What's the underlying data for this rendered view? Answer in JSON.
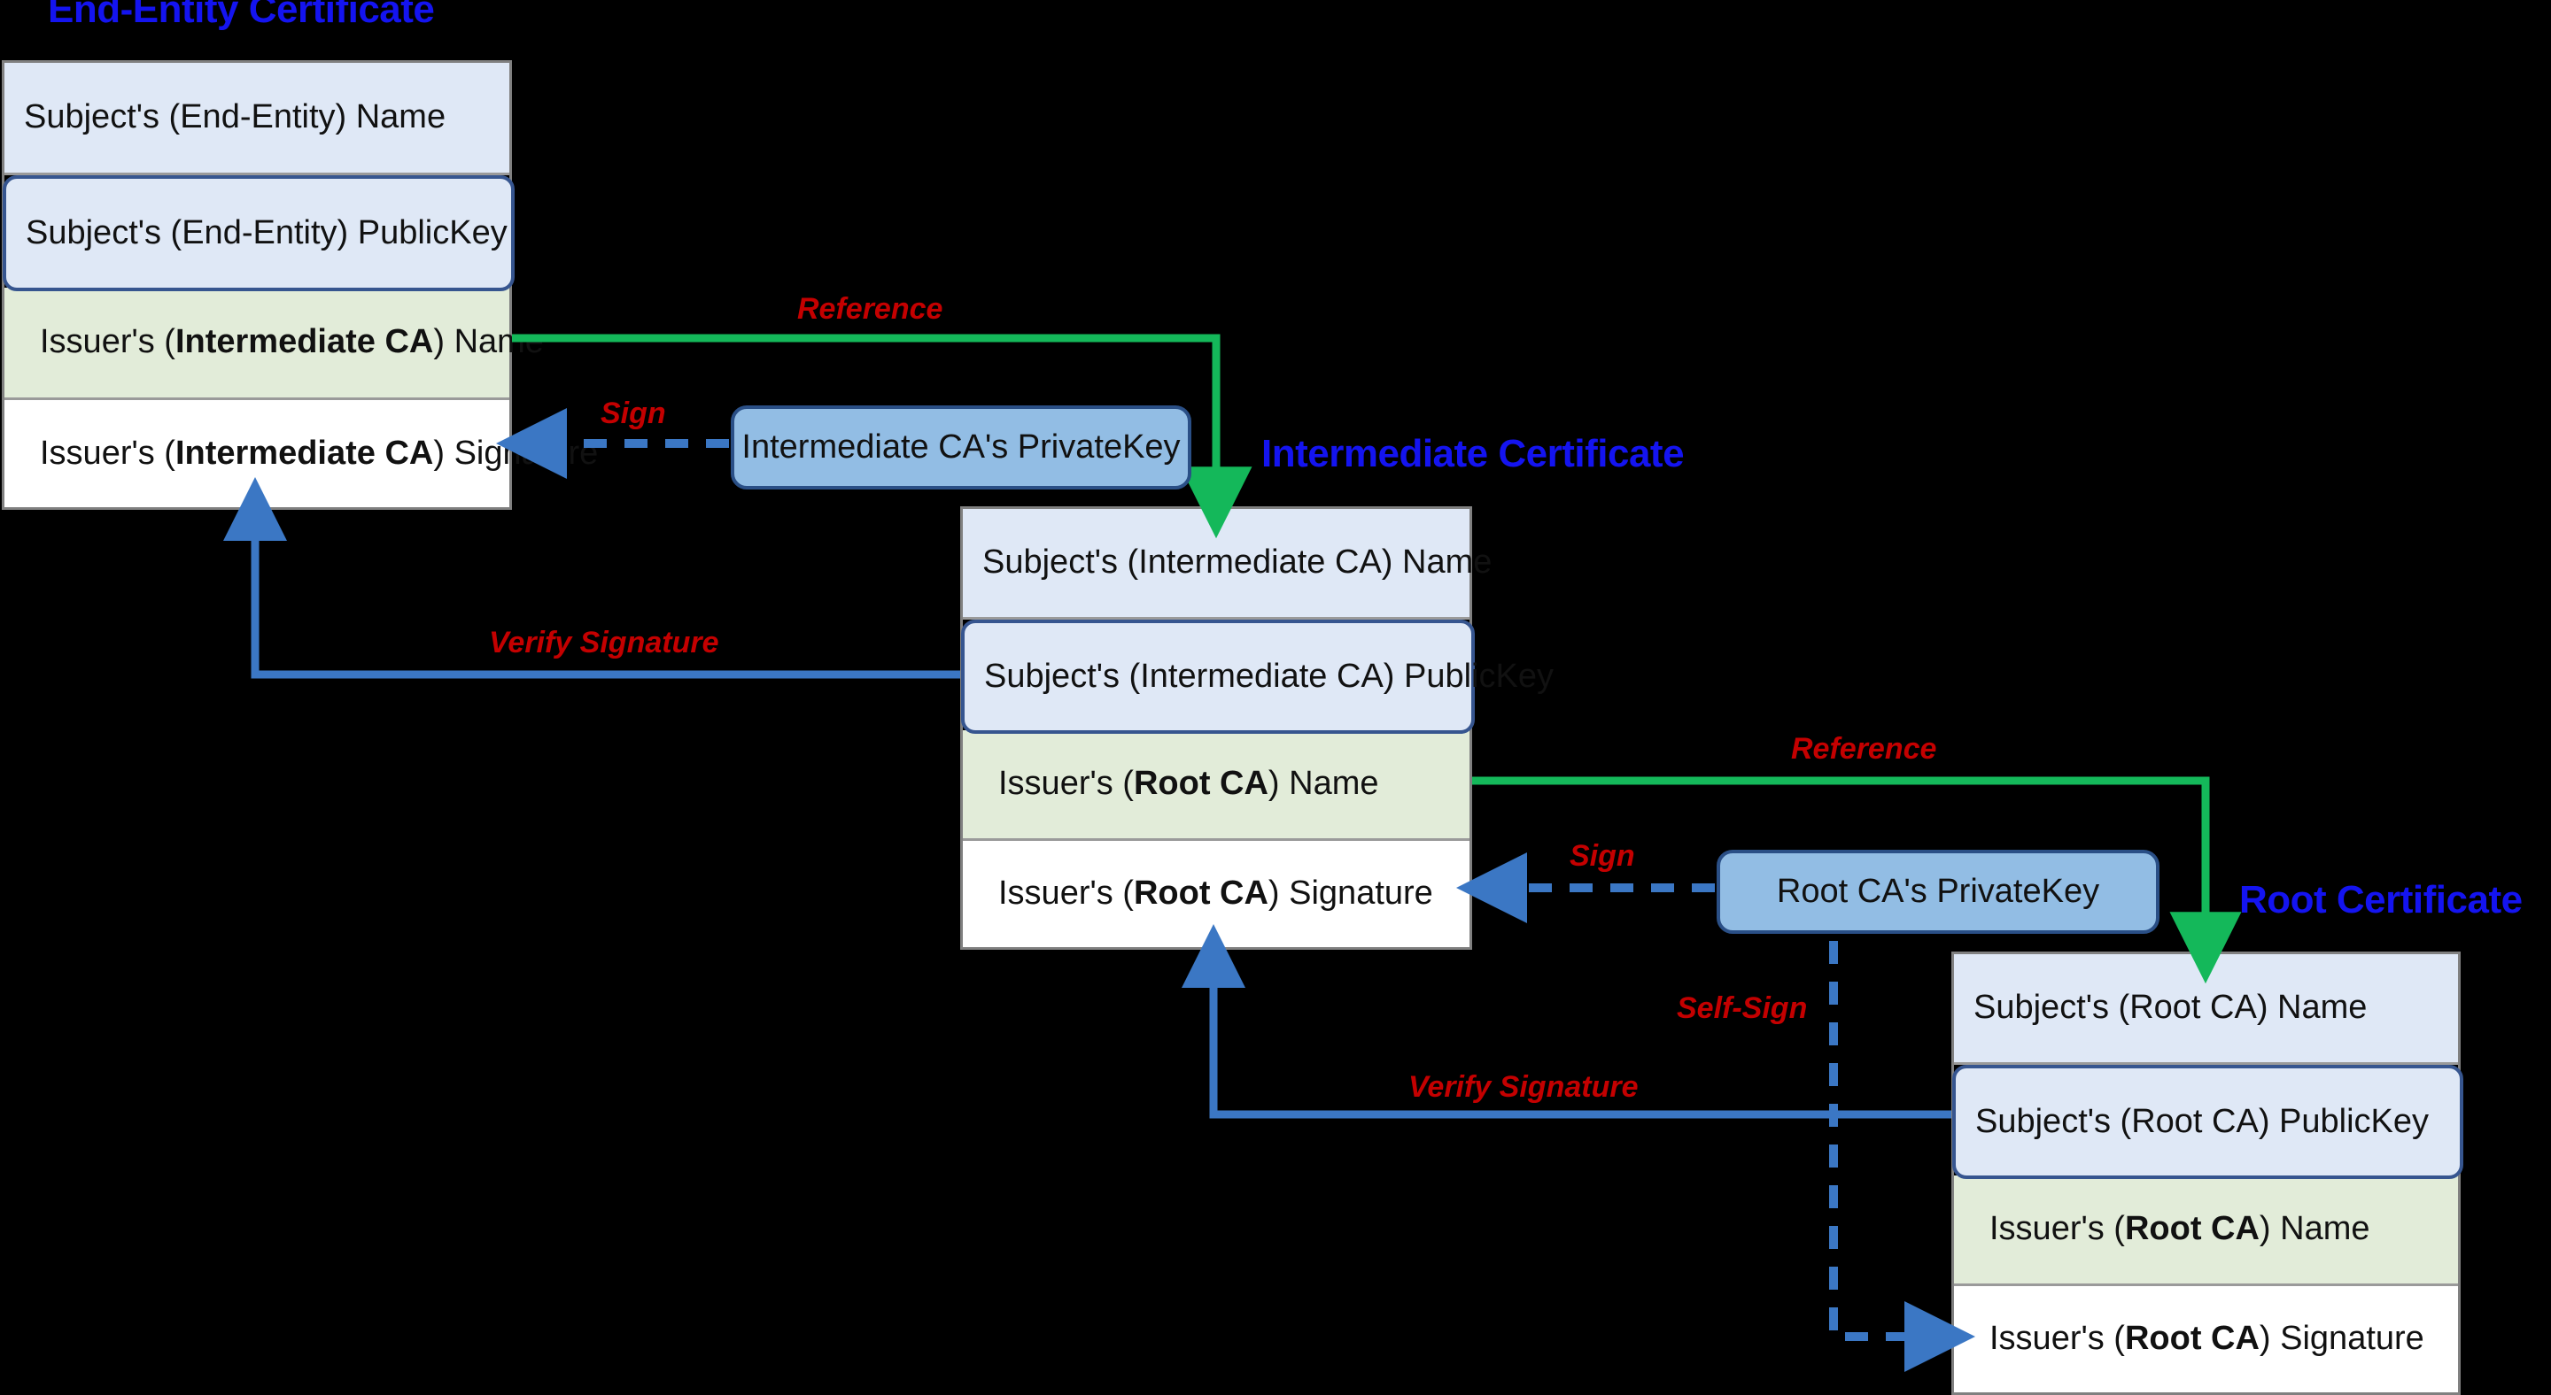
{
  "diagram": {
    "title_endentity": "End-Entity Certificate",
    "title_intermediate": "Intermediate Certificate",
    "title_root": "Root Certificate",
    "colors": {
      "title_blue": "#1414f0",
      "label_red": "#c40000",
      "reference_green": "#14b85a",
      "sign_blue": "#3b77c4",
      "subject_fill": "#dfe8f6",
      "issuer_name_fill": "#e2ecd9",
      "issuer_sig_fill": "#ffffff",
      "privatekey_fill": "#92bde4",
      "background": "#000000"
    }
  },
  "end_entity_cert": {
    "rows": [
      {
        "kind": "subject-name",
        "prefix": "Subject's (End-Entity) Name",
        "emphasis": "",
        "suffix": ""
      },
      {
        "kind": "subject-pubkey",
        "prefix": "Subject's (End-Entity) PublicKey",
        "emphasis": "",
        "suffix": ""
      },
      {
        "kind": "issuer-name",
        "prefix": "Issuer's (",
        "emphasis": "Intermediate CA",
        "suffix": ") Name"
      },
      {
        "kind": "issuer-sig",
        "prefix": "Issuer's (",
        "emphasis": "Intermediate CA",
        "suffix": ") Signature"
      }
    ]
  },
  "intermediate_cert": {
    "rows": [
      {
        "kind": "subject-name",
        "prefix": "Subject's (Intermediate CA) Name",
        "emphasis": "",
        "suffix": ""
      },
      {
        "kind": "subject-pubkey",
        "prefix": "Subject's (Intermediate CA) PublicKey",
        "emphasis": "",
        "suffix": ""
      },
      {
        "kind": "issuer-name",
        "prefix": "Issuer's (",
        "emphasis": "Root CA",
        "suffix": ") Name"
      },
      {
        "kind": "issuer-sig",
        "prefix": "Issuer's (",
        "emphasis": "Root CA",
        "suffix": ") Signature"
      }
    ]
  },
  "root_cert": {
    "rows": [
      {
        "kind": "subject-name",
        "prefix": "Subject's (Root CA) Name",
        "emphasis": "",
        "suffix": ""
      },
      {
        "kind": "subject-pubkey",
        "prefix": "Subject's (Root CA) PublicKey",
        "emphasis": "",
        "suffix": ""
      },
      {
        "kind": "issuer-name",
        "prefix": "Issuer's (",
        "emphasis": "Root CA",
        "suffix": ") Name"
      },
      {
        "kind": "issuer-sig",
        "prefix": "Issuer's (",
        "emphasis": "Root CA",
        "suffix": ") Signature"
      }
    ]
  },
  "private_keys": {
    "intermediate": "Intermediate CA's PrivateKey",
    "root": "Root CA's PrivateKey"
  },
  "edge_labels": {
    "reference_top": "Reference",
    "sign_top": "Sign",
    "verify_top": "Verify Signature",
    "reference_bottom": "Reference",
    "sign_bottom": "Sign",
    "verify_bottom": "Verify Signature",
    "self_sign": "Self-Sign"
  }
}
